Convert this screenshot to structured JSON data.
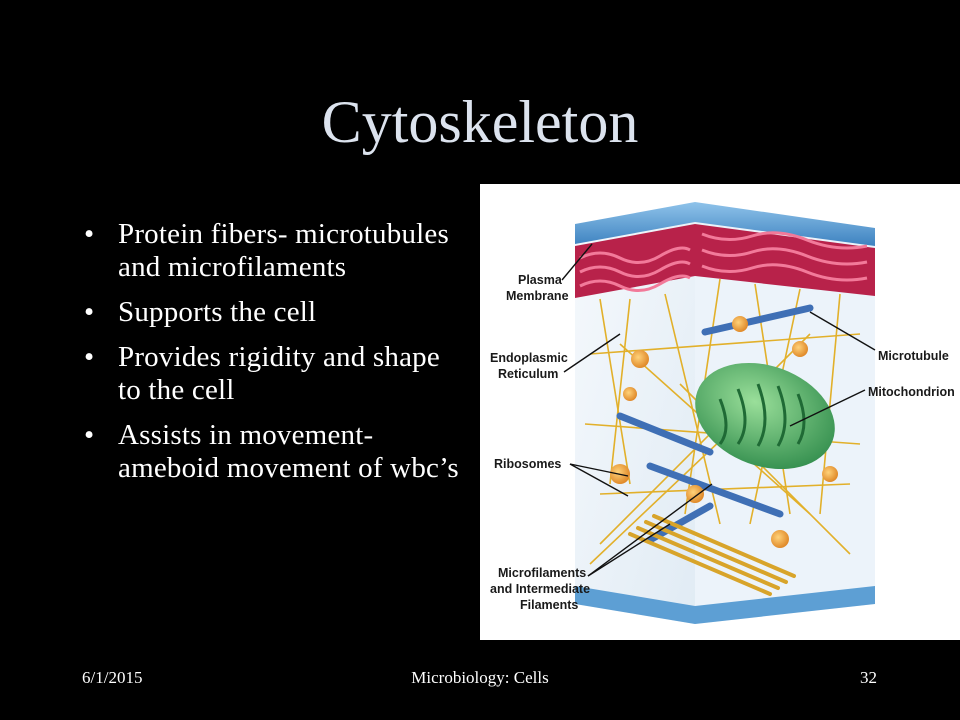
{
  "slide": {
    "title": "Cytoskeleton",
    "bullets": [
      {
        "text": "Protein fibers- microtubules and microfilaments"
      },
      {
        "text": "Supports the cell"
      },
      {
        "text": "Provides rigidity and shape to the cell"
      },
      {
        "text": "Assists in movement- ameboid movement of wbc’s"
      }
    ],
    "bullet_glyph": "•"
  },
  "figure": {
    "labels": {
      "plasma_membrane_1": "Plasma",
      "plasma_membrane_2": "Membrane",
      "er_1": "Endoplasmic",
      "er_2": "Reticulum",
      "microtubule": "Microtubule",
      "mitochondrion": "Mitochondrion",
      "ribosomes": "Ribosomes",
      "microfilaments_1": "Microfilaments",
      "microfilaments_2": "and Intermediate",
      "microfilaments_3": "Filaments"
    },
    "colors": {
      "membrane": "#4a90c8",
      "er": "#c2254f",
      "microtubule": "#3f6fb5",
      "mitochondrion": "#3c9a5a",
      "ribosome": "#f0a040",
      "filament": "#e8b830"
    }
  },
  "footer": {
    "date": "6/1/2015",
    "center": "Microbiology: Cells",
    "page": "32"
  }
}
